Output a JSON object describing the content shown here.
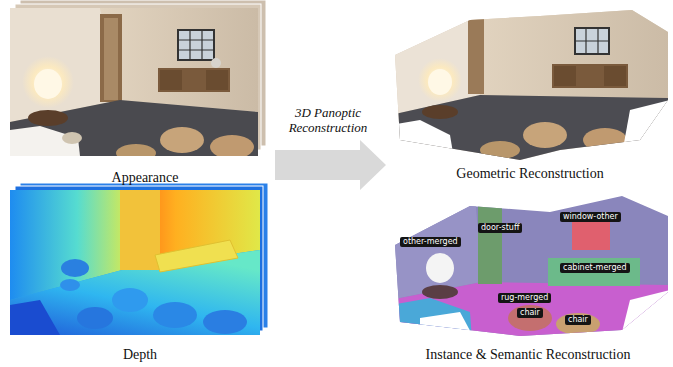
{
  "diagram": {
    "nodes": [
      {
        "text": [
          "other-merged"
        ]
      },
      {
        "text": [
          "door-stuff"
        ]
      },
      {
        "text": [
          "window-other"
        ]
      },
      {
        "text": [
          "cabinet-merged"
        ]
      },
      {
        "text": [
          "rug-merged"
        ]
      },
      {
        "text": [
          "chair"
        ]
      },
      {
        "text": [
          "chair"
        ]
      }
    ],
    "labels": [
      "Appearance",
      "Depth",
      "3D Panoptic Reconstruction",
      "Geometric Reconstruction",
      "Instance & Semantic Reconstruction"
    ]
  }
}
